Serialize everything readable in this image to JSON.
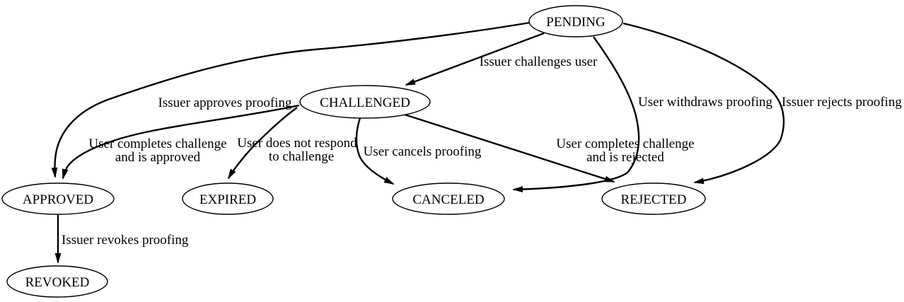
{
  "diagram_type": "state-diagram",
  "colors": {
    "background": "#ffffff",
    "stroke": "#000000",
    "node_fill": "#ffffff",
    "text": "#000000"
  },
  "nodes": {
    "pending": "PENDING",
    "challenged": "CHALLENGED",
    "approved": "APPROVED",
    "expired": "EXPIRED",
    "canceled": "CANCELED",
    "rejected": "REJECTED",
    "revoked": "REVOKED"
  },
  "edges": {
    "challenges": {
      "from": "PENDING",
      "to": "CHALLENGED",
      "label": "Issuer challenges user"
    },
    "approves": {
      "from": "PENDING",
      "to": "APPROVED",
      "label": "Issuer approves proofing"
    },
    "withdraws": {
      "from": "PENDING",
      "to": "CANCELED",
      "label": "User withdraws proofing"
    },
    "rejects": {
      "from": "PENDING",
      "to": "REJECTED",
      "label": "Issuer rejects proofing"
    },
    "completes_approved": {
      "from": "CHALLENGED",
      "to": "APPROVED",
      "line1": "User completes challenge",
      "line2": "and is approved"
    },
    "no_response": {
      "from": "CHALLENGED",
      "to": "EXPIRED",
      "line1": "User does not respond",
      "line2": "to challenge"
    },
    "cancels": {
      "from": "CHALLENGED",
      "to": "CANCELED",
      "label": "User cancels proofing"
    },
    "completes_rejected": {
      "from": "CHALLENGED",
      "to": "REJECTED",
      "line1": "User completes challenge",
      "line2": "and is rejected"
    },
    "revokes": {
      "from": "APPROVED",
      "to": "REVOKED",
      "label": "Issuer revokes proofing"
    }
  }
}
